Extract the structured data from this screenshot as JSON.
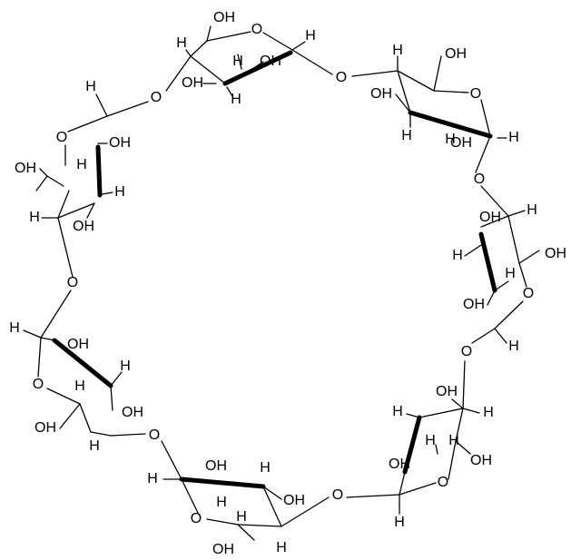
{
  "molecule": {
    "units": 7,
    "labels": {
      "hydroxyl": "OH",
      "hydrogen": "H",
      "oxygen": "O"
    },
    "stroke_color": "#000000",
    "background": "#ffffff"
  }
}
